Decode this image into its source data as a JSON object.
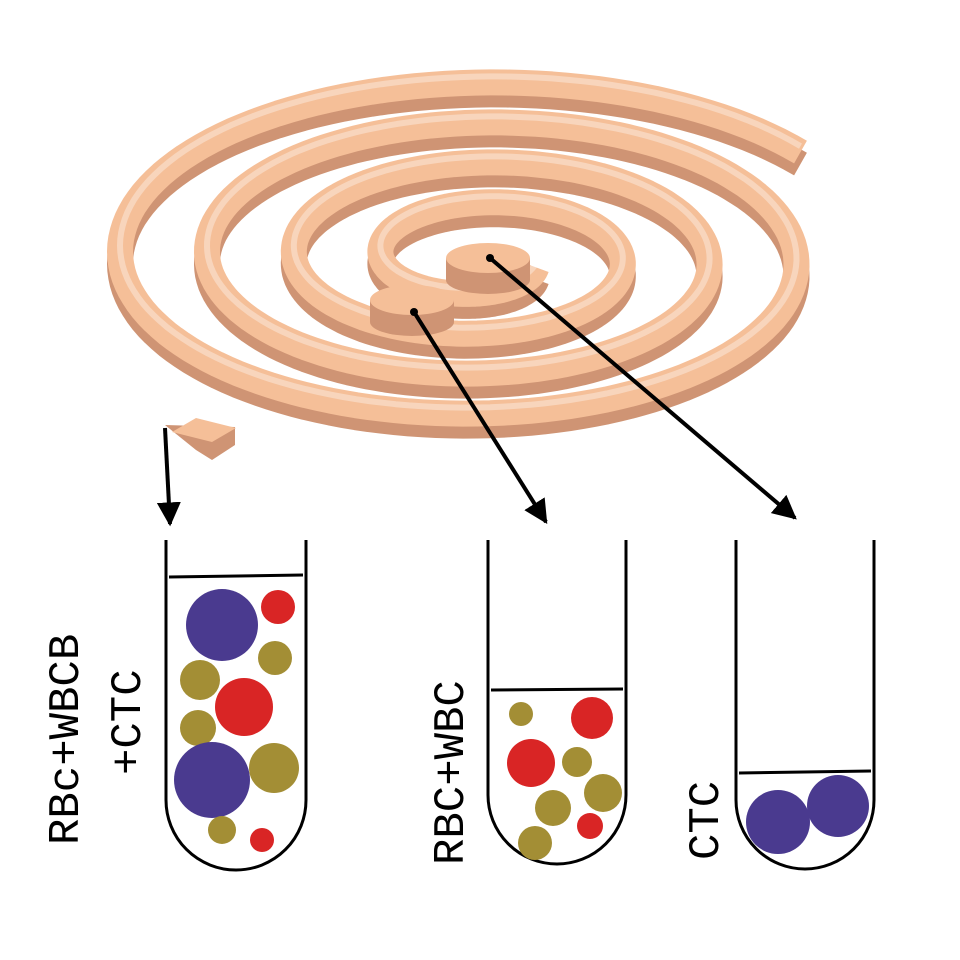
{
  "colors": {
    "spiral_top": "#f5bf98",
    "spiral_side": "#cf9474",
    "spiral_groove": "#d8a080",
    "ctc": "#4a3a8f",
    "rbc": "#d92525",
    "wbc": "#a38e35",
    "ink": "#000000"
  },
  "tubes": [
    {
      "id": "inlet",
      "label_lines": [
        "RBc+WBCB",
        "+CTC"
      ],
      "cells": [
        {
          "type": "ctc",
          "size": "large"
        },
        {
          "type": "rbc",
          "size": "small"
        },
        {
          "type": "wbc",
          "size": "small"
        },
        {
          "type": "wbc",
          "size": "small"
        },
        {
          "type": "rbc",
          "size": "medium"
        },
        {
          "type": "wbc",
          "size": "small"
        },
        {
          "type": "ctc",
          "size": "large"
        },
        {
          "type": "wbc",
          "size": "medium"
        },
        {
          "type": "wbc",
          "size": "small"
        },
        {
          "type": "rbc",
          "size": "small"
        }
      ]
    },
    {
      "id": "outlet-1",
      "label_lines": [
        "RBC+WBC"
      ],
      "cells": [
        {
          "type": "wbc",
          "size": "small"
        },
        {
          "type": "rbc",
          "size": "medium"
        },
        {
          "type": "rbc",
          "size": "medium"
        },
        {
          "type": "wbc",
          "size": "small"
        },
        {
          "type": "wbc",
          "size": "medium"
        },
        {
          "type": "wbc",
          "size": "medium"
        },
        {
          "type": "rbc",
          "size": "small"
        },
        {
          "type": "wbc",
          "size": "medium"
        }
      ]
    },
    {
      "id": "outlet-2",
      "label_lines": [
        "CTC"
      ],
      "cells": [
        {
          "type": "ctc",
          "size": "large"
        },
        {
          "type": "ctc",
          "size": "large"
        }
      ]
    }
  ]
}
